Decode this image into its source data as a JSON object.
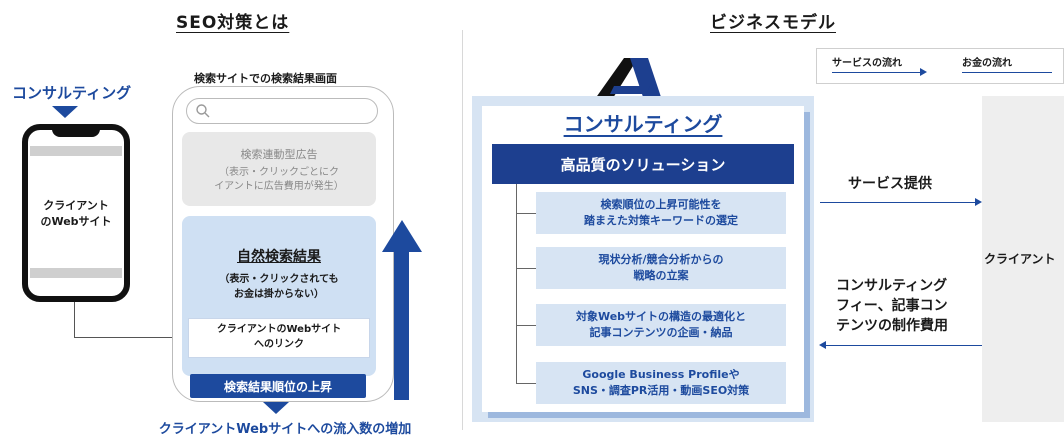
{
  "left": {
    "title": "SEO対策とは",
    "consulting_label": "コンサルティング",
    "phone_text_line1": "クライアント",
    "phone_text_line2": "のWebサイト",
    "search_caption": "検索サイトでの検索結果画面",
    "ad_title": "検索連動型広告",
    "ad_desc_line1": "（表示・クリックごとにク",
    "ad_desc_line2": "イアントに広告費用が発生）",
    "natural_title": "自然検索結果",
    "natural_desc_line1": "（表示・クリックされても",
    "natural_desc_line2": "お金は掛からない）",
    "link_line1": "クライアントのWebサイト",
    "link_line2": "へのリンク",
    "rank_up": "検索結果順位の上昇",
    "bottom_caption": "クライアントWebサイトへの流入数の増加"
  },
  "right": {
    "title": "ビジネスモデル",
    "legend_service": "サービスの流れ",
    "legend_money": "お金の流れ",
    "consulting_title": "コンサルティング",
    "solution": "高品質のソリューション",
    "items": [
      {
        "line1": "検索順位の上昇可能性を",
        "line2": "踏まえた対策キーワードの選定"
      },
      {
        "line1": "現状分析/競合分析からの",
        "line2": "戦略の立案"
      },
      {
        "line1": "対象Webサイトの構造の最適化と",
        "line2": "記事コンテンツの企画・納品"
      },
      {
        "line1": "Google Business Profileや",
        "line2": "SNS・調査PR活用・動画SEO対策"
      }
    ],
    "service_provision": "サービス提供",
    "fee_line1": "コンサルティング",
    "fee_line2": "フィー、記事コン",
    "fee_line3": "テンツの制作費用",
    "client": "クライアント"
  },
  "colors": {
    "accent": "#1d4a9e",
    "dark_navy": "#1d3f8f",
    "light_blue": "#d7e4f3",
    "natural_bg": "#cfe0f3",
    "ad_bg": "#e8e8e8"
  }
}
